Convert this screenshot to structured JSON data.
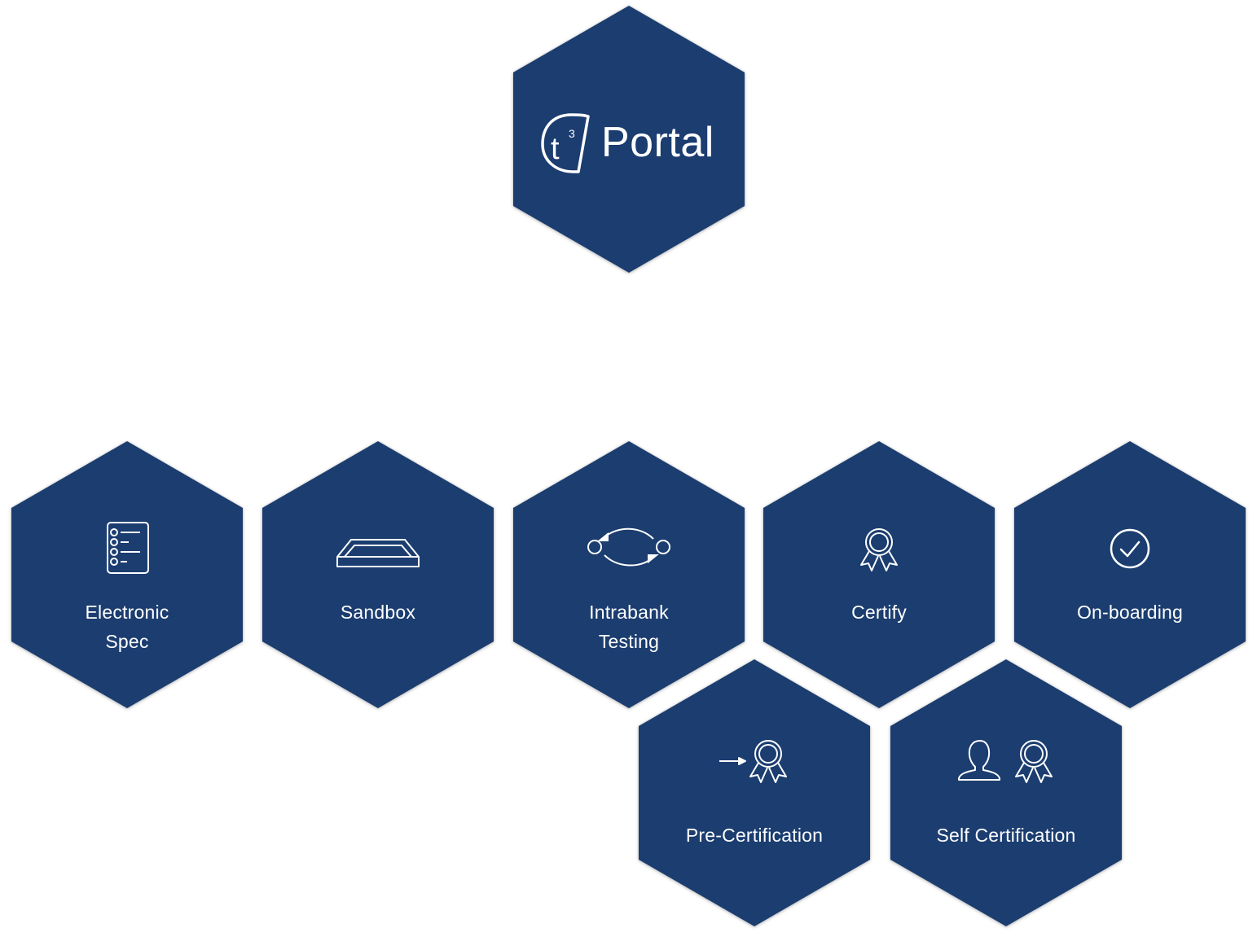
{
  "colors": {
    "hexagon_fill": "#1b3d70",
    "icon_stroke": "#ffffff",
    "text": "#ffffff",
    "background": "#ffffff"
  },
  "portal": {
    "logo_icon": "t3-logo-icon",
    "logo_text": "t",
    "logo_superscript": "3",
    "title": "Portal"
  },
  "tiles": {
    "electronic_spec": {
      "icon": "checklist-icon",
      "line1": "Electronic",
      "line2": "Spec"
    },
    "sandbox": {
      "icon": "tray-icon",
      "label": "Sandbox"
    },
    "intrabank_testing": {
      "icon": "exchange-arrows-icon",
      "line1": "Intrabank",
      "line2": "Testing"
    },
    "certify": {
      "icon": "award-ribbon-icon",
      "label": "Certify"
    },
    "onboarding": {
      "icon": "check-circle-icon",
      "label": "On-boarding"
    },
    "pre_certification": {
      "icon": "arrow-award-icon",
      "label": "Pre-Certification"
    },
    "self_certification": {
      "icon": "user-award-icon",
      "label": "Self Certification"
    }
  }
}
